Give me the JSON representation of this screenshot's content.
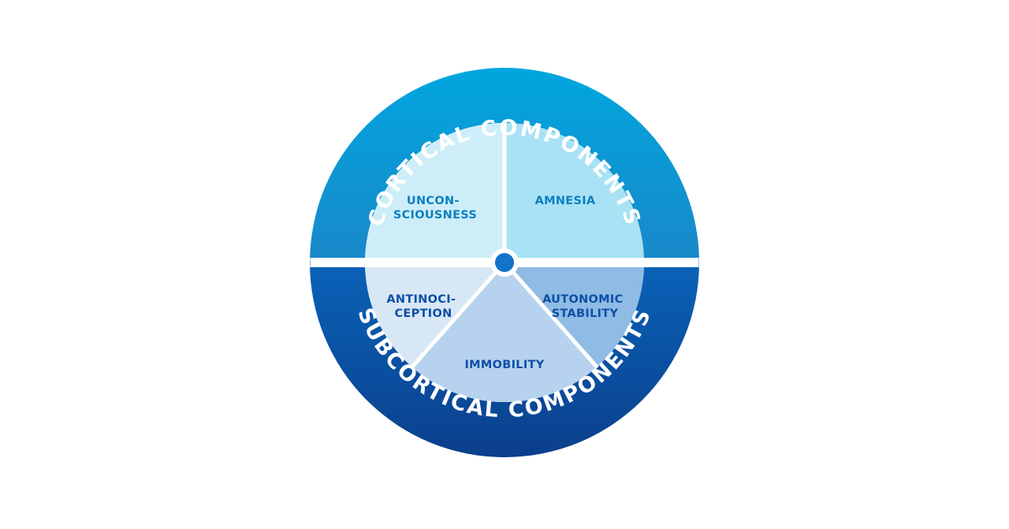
{
  "ring_labels": {
    "top": "CORTICAL COMPONENTS",
    "bottom": "SUBCORTICAL COMPONENTS"
  },
  "segments": {
    "unconsciousness": [
      "UNCON-",
      "SCIOUSNESS"
    ],
    "amnesia": [
      "AMNESIA"
    ],
    "antinociception": [
      "ANTINOCI-",
      "CEPTION"
    ],
    "immobility": [
      "IMMOBILITY"
    ],
    "autonomic_stability": [
      "AUTONOMIC",
      "STABILITY"
    ]
  },
  "colors": {
    "top_ring_outer": "#00a6df",
    "top_ring_inner": "#1a88c9",
    "bottom_ring_outer": "#0a62b8",
    "bottom_ring_inner": "#0b3f8c",
    "unconsciousness": "#cdeef8",
    "amnesia": "#a8e2f4",
    "antinociception": "#d8e7f5",
    "immobility": "#b7d2ee",
    "autonomic_stability": "#8fbbe5",
    "label_top": "#0b7fc1",
    "label_bottom": "#0d4fa6",
    "hub": "#1173cc",
    "divider": "#ffffff"
  }
}
